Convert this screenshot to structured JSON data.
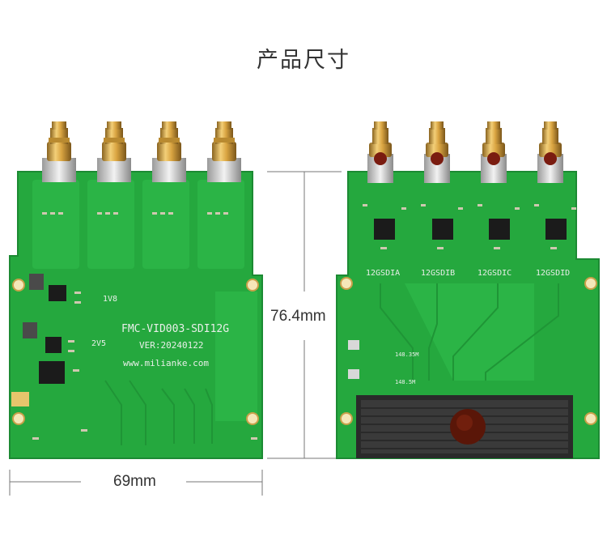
{
  "title": "产品尺寸",
  "dimensions": {
    "height": "76.4mm",
    "width": "69mm"
  },
  "front_board": {
    "model": "FMC-VID003-SDI12G",
    "version": "VER:20240122",
    "website": "www.milianke.com",
    "rail_1": "1V8",
    "rail_2": "2V5"
  },
  "back_board": {
    "channels": [
      "12GSDIA",
      "12GSDIB",
      "12GSDIC",
      "12GSDID"
    ],
    "freq_1": "148.35M",
    "freq_2": "148.5M"
  },
  "colors": {
    "pcb": "#25a83e",
    "pcb_dark": "#1c8a33",
    "gold": "#d9a441",
    "silk": "#e9efe9"
  }
}
